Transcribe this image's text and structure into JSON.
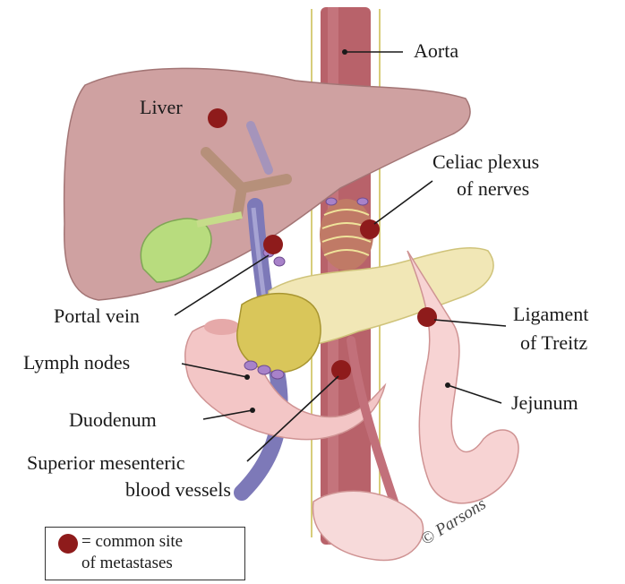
{
  "labels": {
    "aorta": "Aorta",
    "liver": "Liver",
    "celiac_line1": "Celiac plexus",
    "celiac_line2": "of nerves",
    "portal_vein": "Portal vein",
    "ligament_line1": "Ligament",
    "ligament_line2": "of Treitz",
    "lymph_nodes": "Lymph nodes",
    "jejunum": "Jejunum",
    "duodenum": "Duodenum",
    "sma_line1": "Superior mesenteric",
    "sma_line2": "blood vessels"
  },
  "legend": {
    "line1": "= common site",
    "line2": "of metastases"
  },
  "signature": "© Parsons",
  "colors": {
    "metastasis_dot": "#8e1b1b",
    "liver": "#cfa1a1",
    "aorta": "#b8626a",
    "pancreas": "#f1e7b6",
    "duodenum": "#f3c6c6",
    "gallbladder": "#b8dc7e",
    "portal_vein": "#7d79b8",
    "lymph_node": "#a882c9"
  }
}
